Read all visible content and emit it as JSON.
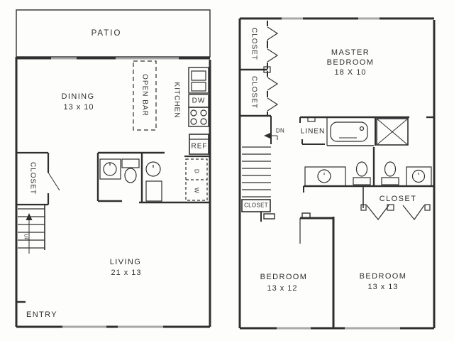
{
  "floor1": {
    "patio_label": "PATIO",
    "dining_name": "DINING",
    "dining_dims": "13 x 10",
    "open_bar_label": "OPEN BAR",
    "kitchen_label": "KITCHEN",
    "dishwasher_label": "DW",
    "refrigerator_label": "REF",
    "dryer_label": "D",
    "washer_label": "W",
    "closet_label": "CLOSET",
    "stairs_up_label": "UP",
    "living_name": "LIVING",
    "living_dims": "21 x 13",
    "entry_label": "ENTRY"
  },
  "floor2": {
    "closet_upper_label": "CLOSET",
    "closet_lower_label": "CLOSET",
    "master_line1": "MASTER",
    "master_line2": "BEDROOM",
    "master_dims": "18 X 10",
    "stairs_down_label": "DN",
    "linen_label": "LINEN",
    "stair_closet_label": "CLOSET",
    "hall_closet_label": "CLOSET",
    "bedroom2_name": "BEDROOM",
    "bedroom2_dims": "13 x 12",
    "bedroom3_name": "BEDROOM",
    "bedroom3_dims": "13 x 13"
  },
  "colors": {
    "ink": "#2f2f2f",
    "window": "#a8a8a8",
    "paper": "#fdfdfc"
  }
}
